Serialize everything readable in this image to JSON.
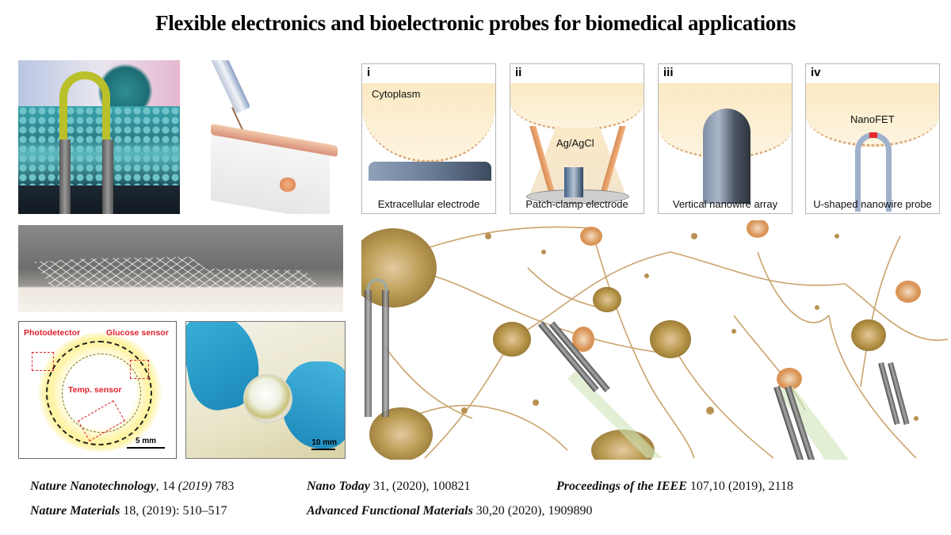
{
  "title": "Flexible electronics and bioelectronic probes for biomedical applications",
  "left_images": {
    "membrane": {
      "alt": "U-shaped nanowire probe penetrating lipid bilayer membrane"
    },
    "syringe": {
      "alt": "Syringe-injectable mesh electronics into tissue"
    },
    "mesh": {
      "alt": "Flexible mesh electronics photo"
    },
    "lens_diagram": {
      "labels": {
        "photodetector": "Photodetector",
        "glucose": "Glucose sensor",
        "temp": "Temp. sensor"
      },
      "scale_bar": "5 mm"
    },
    "lens_photo": {
      "scale_bar": "10 mm"
    }
  },
  "schematics": [
    {
      "num": "i",
      "label": "Cytoplasm",
      "caption": "Extracellular electrode"
    },
    {
      "num": "ii",
      "label": "Ag/AgCl",
      "caption": "Patch-clamp electrode"
    },
    {
      "num": "iii",
      "label": "",
      "caption": "Vertical nanowire array"
    },
    {
      "num": "iv",
      "label": "NanoFET",
      "caption": "U-shaped nanowire probe"
    }
  ],
  "neurons": {
    "alt": "Neural network with U-shaped nanowire probes"
  },
  "citations": [
    {
      "journal": "Nature Nanotechnology",
      "sep": ",",
      "vol": " 14 ",
      "year_italic": "(2019)",
      "rest": " 783"
    },
    {
      "journal": "Nature Materials",
      "sep": "",
      "vol": " 18, (2019): 510–517",
      "year_italic": "",
      "rest": ""
    },
    {
      "journal": "Nano Today",
      "sep": "",
      "vol": " 31, (2020), 100821",
      "year_italic": "",
      "rest": ""
    },
    {
      "journal": "Advanced Functional Materials",
      "sep": "",
      "vol": " 30,20 (2020), 1909890",
      "year_italic": "",
      "rest": ""
    },
    {
      "journal": "Proceedings of the IEEE",
      "sep": "",
      "vol": " 107,10 (2019), 2118",
      "year_italic": "",
      "rest": ""
    }
  ],
  "colors": {
    "label_red": "#e0202a",
    "cytoplasm": "#fbe9c3",
    "panel_border": "#b5b5b5"
  }
}
